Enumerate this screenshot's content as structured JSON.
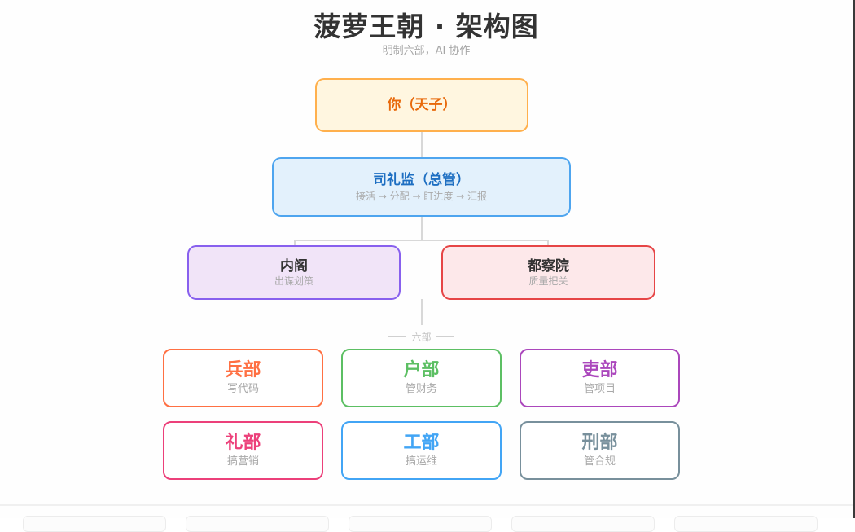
{
  "header": {
    "title": "菠萝王朝 · 架构图",
    "subtitle": "明制六部，AI 协作"
  },
  "nodes": {
    "emperor": {
      "title": "你（天子）",
      "border": "#ffb04d",
      "fill": "#fff6e0",
      "text": "#e8690b"
    },
    "silijian": {
      "title": "司礼监（总管）",
      "subtitle": "接活 → 分配 → 盯进度 → 汇报",
      "border": "#4ea5ef",
      "fill": "#e3f1fc",
      "text": "#1e6fc2"
    },
    "neige": {
      "title": "内阁",
      "subtitle": "出谋划策",
      "border": "#8860ee",
      "fill": "#f1e4f8"
    },
    "duchayuan": {
      "title": "都察院",
      "subtitle": "质量把关",
      "border": "#e64546",
      "fill": "#fde8ea"
    }
  },
  "divider_label": "六部",
  "departments": [
    {
      "title": "兵部",
      "subtitle": "写代码",
      "color": "#ff7043"
    },
    {
      "title": "户部",
      "subtitle": "管财务",
      "color": "#5cbf63"
    },
    {
      "title": "吏部",
      "subtitle": "管项目",
      "color": "#ab47bc"
    },
    {
      "title": "礼部",
      "subtitle": "搞营销",
      "color": "#ec407a"
    },
    {
      "title": "工部",
      "subtitle": "搞运维",
      "color": "#42a5f5"
    },
    {
      "title": "刑部",
      "subtitle": "管合规",
      "color": "#78909c"
    }
  ]
}
